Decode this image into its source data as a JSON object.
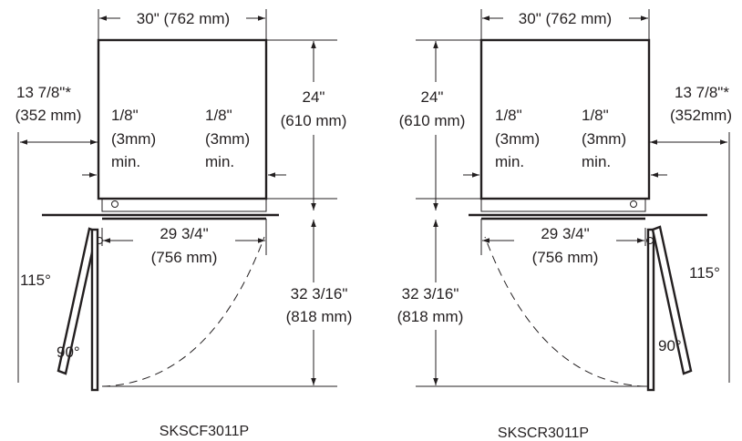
{
  "left_diagram": {
    "width_label": "30\" (762 mm)",
    "side_clearance_imperial": "13 7/8\"*",
    "side_clearance_metric": "(352 mm)",
    "gap_left": [
      "1/8\"",
      "(3mm)",
      "min."
    ],
    "gap_right": [
      "1/8\"",
      "(3mm)",
      "min."
    ],
    "depth_imperial": "24\"",
    "depth_metric": "(610 mm)",
    "door_width_imperial": "29 3/4\"",
    "door_width_metric": "(756 mm)",
    "swing_imperial": "32 3/16\"",
    "swing_metric": "(818 mm)",
    "angle_115": "115°",
    "angle_90": "90°",
    "model": "SKSCF3011P"
  },
  "right_diagram": {
    "width_label": "30\" (762 mm)",
    "side_clearance_imperial": "13 7/8\"*",
    "side_clearance_metric": "(352mm)",
    "gap_left": [
      "1/8\"",
      "(3mm)",
      "min."
    ],
    "gap_right": [
      "1/8\"",
      "(3mm)",
      "min."
    ],
    "depth_imperial": "24\"",
    "depth_metric": "(610 mm)",
    "door_width_imperial": "29 3/4\"",
    "door_width_metric": "(756 mm)",
    "swing_imperial": "32 3/16\"",
    "swing_metric": "(818 mm)",
    "angle_115": "115°",
    "angle_90": "90°",
    "model": "SKSCR3011P"
  }
}
